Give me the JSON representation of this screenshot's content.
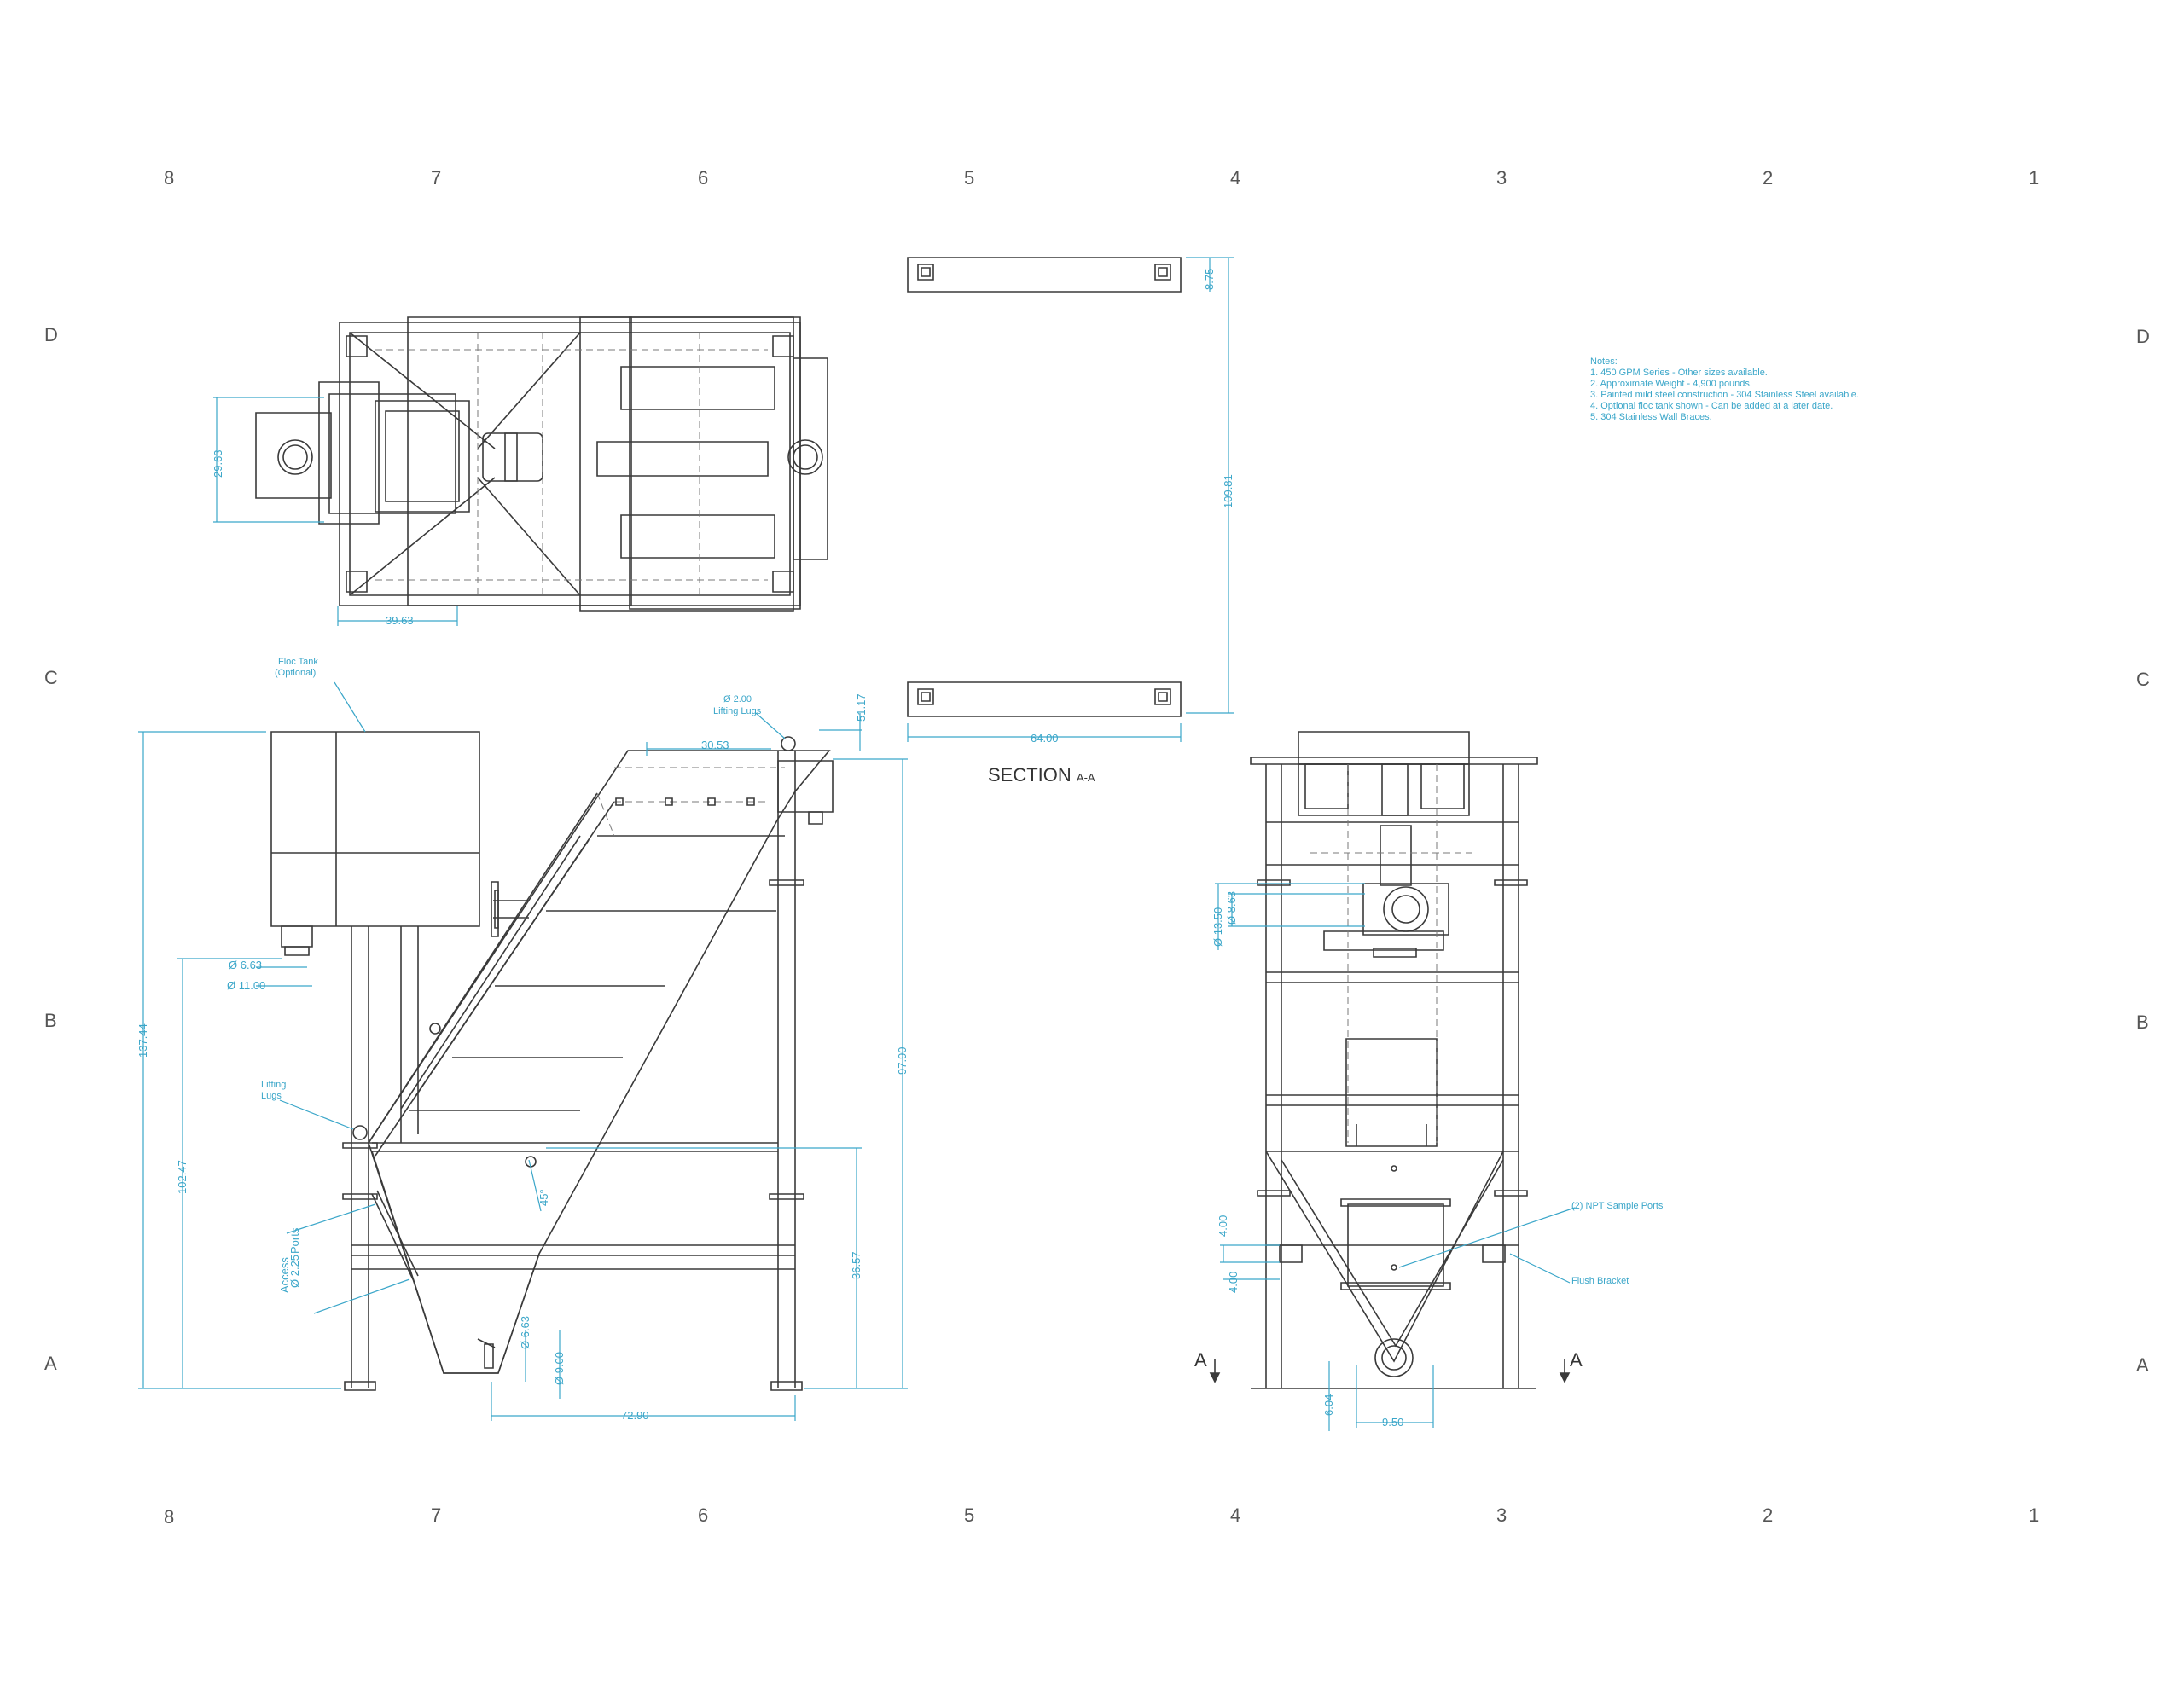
{
  "zones": {
    "columns_top": [
      "8",
      "7",
      "6",
      "5",
      "4",
      "3",
      "2",
      "1"
    ],
    "columns_bottom": [
      "8",
      "7",
      "6",
      "5",
      "4",
      "3",
      "2",
      "1"
    ],
    "rows_left": [
      "D",
      "C",
      "B",
      "A"
    ],
    "rows_right": [
      "D",
      "C",
      "B",
      "A"
    ]
  },
  "notes": {
    "heading": "Notes:",
    "items": [
      "1.     450 GPM Series - Other sizes available.",
      "2.     Approximate Weight - 4,900 pounds.",
      "3.     Painted mild steel construction - 304 Stainless Steel available.",
      "4.     Optional floc tank shown - Can be added at a later date.",
      "5.     304 Stainless Wall Braces."
    ]
  },
  "section_label": {
    "title": "SECTION",
    "suffix": "A-A",
    "arrow_left": "A",
    "arrow_right": "A"
  },
  "callouts": {
    "floc_tank": [
      "Floc Tank",
      "(Optional)"
    ],
    "lifting_lugs": "Lifting Lugs",
    "lifting_lugs_lower": [
      "Lifting",
      "Lugs"
    ],
    "sample_ports": "(2) NPT Sample Ports",
    "drain_valves": [
      "Access",
      "Ports"
    ],
    "flush_bracket": "Flush Bracket"
  },
  "dimensions": {
    "plan_height": "29.63",
    "plan_width": "39.63",
    "base_depth": "8.75",
    "base_span": "109.81",
    "base_width": "64.00",
    "lug_dia": "Ø 2.00",
    "top_offset": "51.17",
    "top_run": "30.53",
    "overall_height": "137.44",
    "inlet_height": "102.47",
    "frame_height": "97.90",
    "inlet_a": "Ø 6.63",
    "inlet_b": "Ø 11.00",
    "sludge_height": "36.57",
    "outlet_a": "Ø 6.63",
    "outlet_b": "Ø 9.00",
    "base_len": "72.90",
    "access_a": "Ø 2.25",
    "angle": "45°",
    "sect_a": "Ø 13.50",
    "sect_b": "Ø 8.63",
    "sect_c": "4.00",
    "sect_d": "4.00",
    "sect_e": "6.04",
    "sect_f": "9.50"
  }
}
